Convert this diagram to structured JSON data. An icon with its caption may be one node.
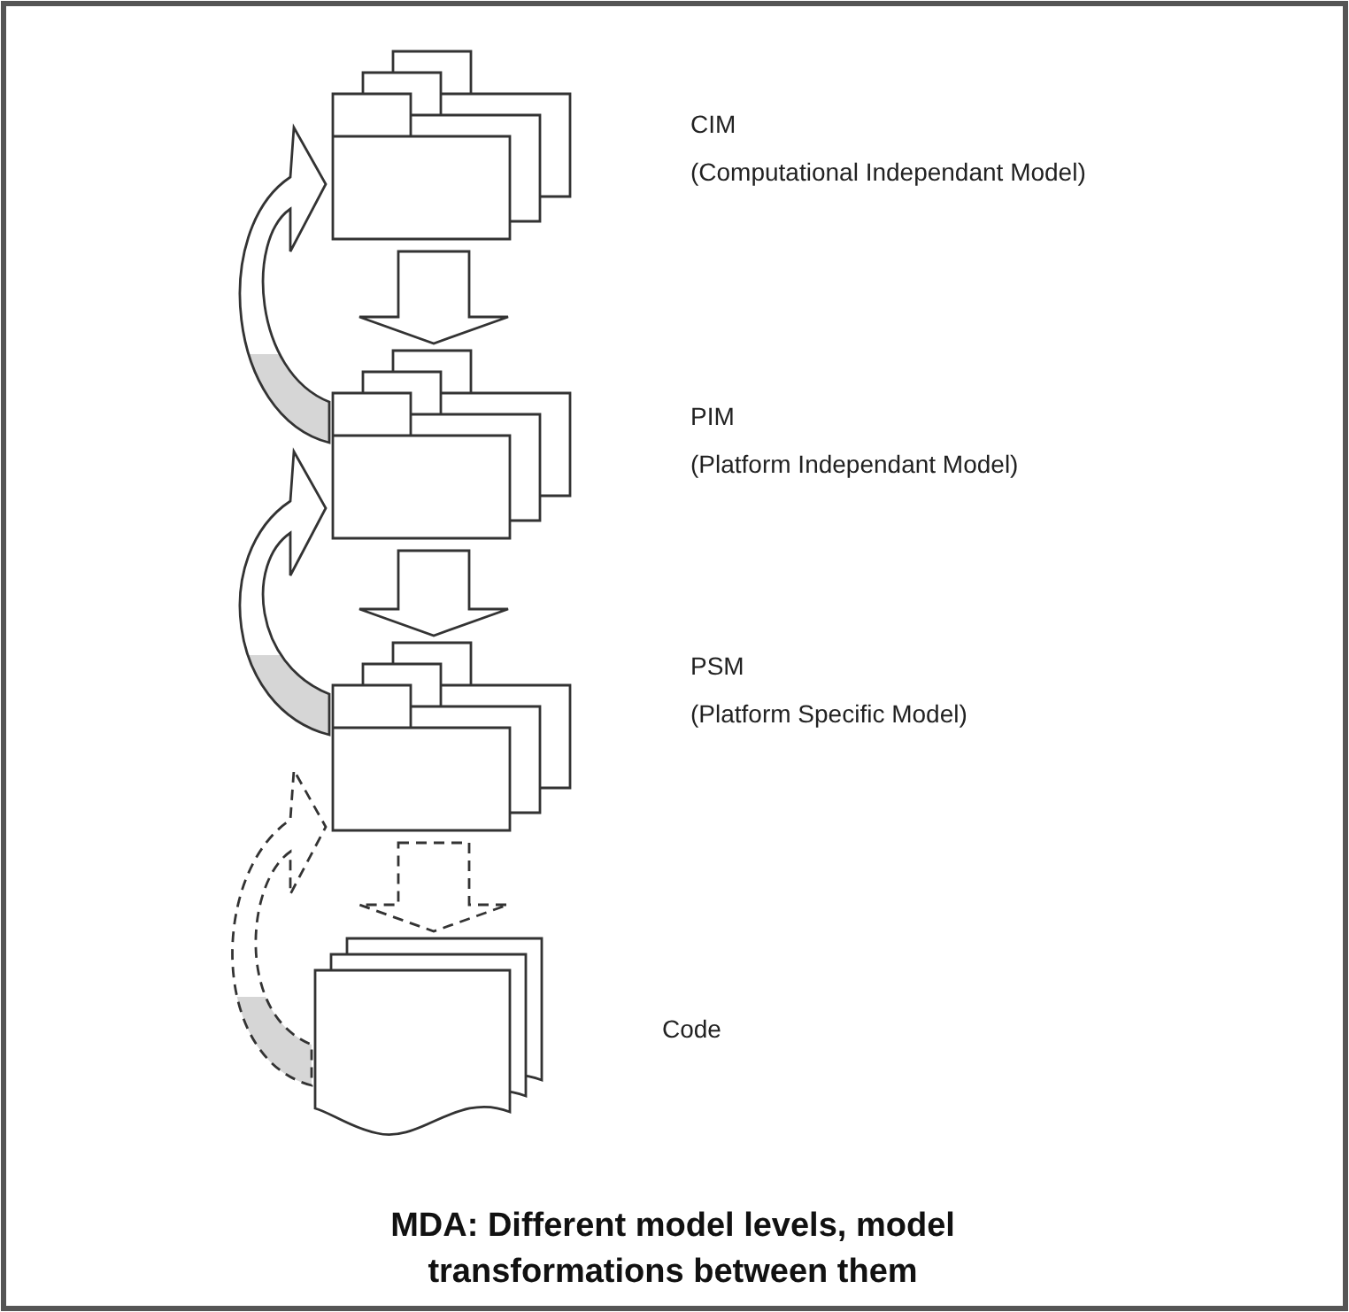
{
  "diagram": {
    "title": "MDA: Different model levels, model transformations between them",
    "nodes": [
      {
        "text": [
          "CIM",
          "(Computational Independant Model)"
        ]
      },
      {
        "text": [
          "PIM",
          "(Platform Independant Model)"
        ]
      },
      {
        "text": [
          "PSM",
          "(Platform Specific Model)"
        ]
      },
      {
        "text": [
          "Code"
        ]
      }
    ],
    "edges": [
      {
        "from": 0,
        "to": 1,
        "arrow": "to"
      },
      {
        "from": 1,
        "to": 2,
        "arrow": "to"
      },
      {
        "from": 2,
        "to": 3,
        "arrow": "to",
        "style": "dashed"
      },
      {
        "from": 1,
        "to": 0,
        "arrow": "to"
      },
      {
        "from": 2,
        "to": 1,
        "arrow": "to"
      },
      {
        "from": 3,
        "to": 2,
        "arrow": "to",
        "style": "dashed"
      }
    ]
  }
}
